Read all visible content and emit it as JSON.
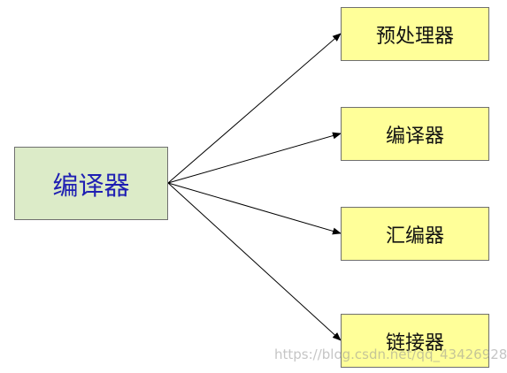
{
  "source": {
    "label": "编译器",
    "fill": "#dcebc8",
    "text_color": "#1f1fb3"
  },
  "stages": [
    {
      "label": "预处理器"
    },
    {
      "label": "编译器"
    },
    {
      "label": "汇编器"
    },
    {
      "label": "链接器"
    }
  ],
  "stage_fill": "#ffff99",
  "watermark": "https://blog.csdn.net/qq_43426928"
}
